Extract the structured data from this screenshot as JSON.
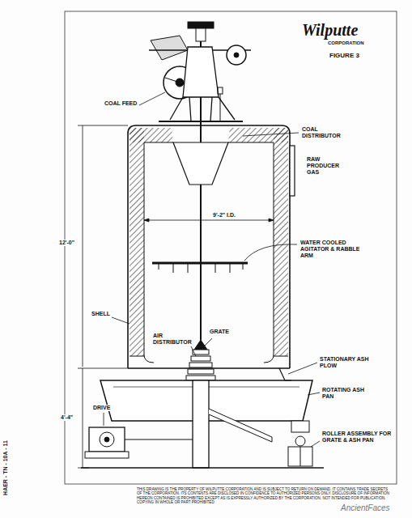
{
  "diagram": {
    "labels": [
      "Wilputte",
      "CORPORATION",
      "FIGURE 3",
      "COAL FEED",
      "COAL DISTRIBUTOR",
      "RAW PRODUCER GAS",
      "12'-0\"",
      "9'-2\" I.D.",
      "WATER COOLED AGITATOR & RABBLE ARM",
      "SHELL",
      "GRATE",
      "AIR DISTRIBUTOR",
      "STATIONARY ASH PLOW",
      "ROTATING ASH PAN",
      "DRIVE",
      "4'-4\"",
      "ROLLER ASSEMBLY FOR GRATE & ASH PAN",
      "THIS DRAWING IS THE PROPERTY OF WILPUTTE CORPORATION AND IS SUBJECT TO RETURN ON DEMAND. IT CONTAINS TRADE SECRETS OF THE CORPORATION. ITS CONTENTS ARE DISCLOSED IN CONFIDENCE TO AUTHORIZED PERSONS ONLY. DISCLOSURE OF INFORMATION HEREON CONTAINED IS PROHIBITED EXCEPT AS IS EXPRESSLY AUTHORIZED BY THE CORPORATION. NOT INTENDED FOR PUBLICATION. COPYING IN WHOLE OR PART PROHIBITED",
      "HAER - TN - 10A - 11",
      "AncientFaces"
    ]
  }
}
